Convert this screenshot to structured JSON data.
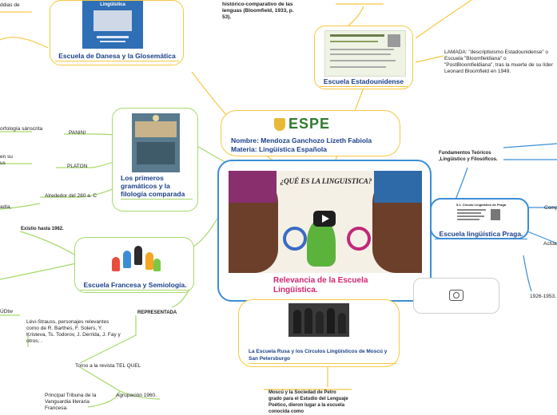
{
  "center": {
    "banner_text": "¿QUÉ ES LA LINGUISTICA?",
    "title": "Relevancia de la Escuela Lingüística.",
    "title_color": "#d1246f"
  },
  "author": {
    "logo_text": "ESPE",
    "name": "Nombre: Mendoza Ganchozo Lizeth Fabiola",
    "subject": "Materia: Lingüística Española"
  },
  "danesa": {
    "title": "Escuela de Danesa y la Glosemática",
    "book_title": "Lingüística"
  },
  "estadounidense": {
    "title": "Escuela Estadounidense",
    "quote": "histórico-comparativo de las lenguas (Bloomfield, 1933, p. 53).",
    "note": "LAMADA: \"descriptivismo Estadounidense\" o Escuela \"Bloomfieldiana\" o \"PostBloomfieldiana\", tras la muerte de su líder Leonard Bloomfield en 1949."
  },
  "primeros": {
    "title": "Los primeros gramáticos y la filología comparada",
    "items": [
      "PANINI",
      "PLATON",
      "Alrededor del 280 a. C"
    ],
    "left_fragments": [
      "orfología sánscrita",
      "en su",
      "us",
      "adía,"
    ]
  },
  "francesa": {
    "title": "Escuela Francesa y Semiología.",
    "existio": "Existio hasta 1982.",
    "representada": "REPRESENTADA",
    "personajes": "Lévi-Strauss, personajes relevantes como de R. Barthes, F. Solers, Y. Kristeva, Ts. Todorov, J. Derrida, J. Fay y otros; .",
    "revista": "Torno a la revista TEL QUEL",
    "tribuna": "Principal Tribuna de la Vanguardia literaria Francesa.",
    "agrupacion": "Agrupación 1960.",
    "fragment": "ÚDtw"
  },
  "praga": {
    "title": "Escuela lingüística Praga.",
    "fundamentos": "Fundamentos Teóricos ,Lingüístico y Filosóficos.",
    "slide_title": "5.2. Círculo Lingüístico de Praga",
    "year": "1926-1953.",
    "right_fragments": [
      "Comp",
      "Actua"
    ]
  },
  "rusa": {
    "title": "La Escuela Rusa y los Círculos Lingüísticos de Moscú y San Petersburgo",
    "note": "Moscú y la Sociedad de Petro grado para el Estudio del Lenguaje Poético, dieron lugar a la escuela conocida como"
  },
  "top_left": {
    "fragment": "ddias de"
  },
  "colors": {
    "yellow": "#f5c842",
    "green": "#a6d96a",
    "blue": "#3b8ed6",
    "title": "#1a3f8a"
  }
}
